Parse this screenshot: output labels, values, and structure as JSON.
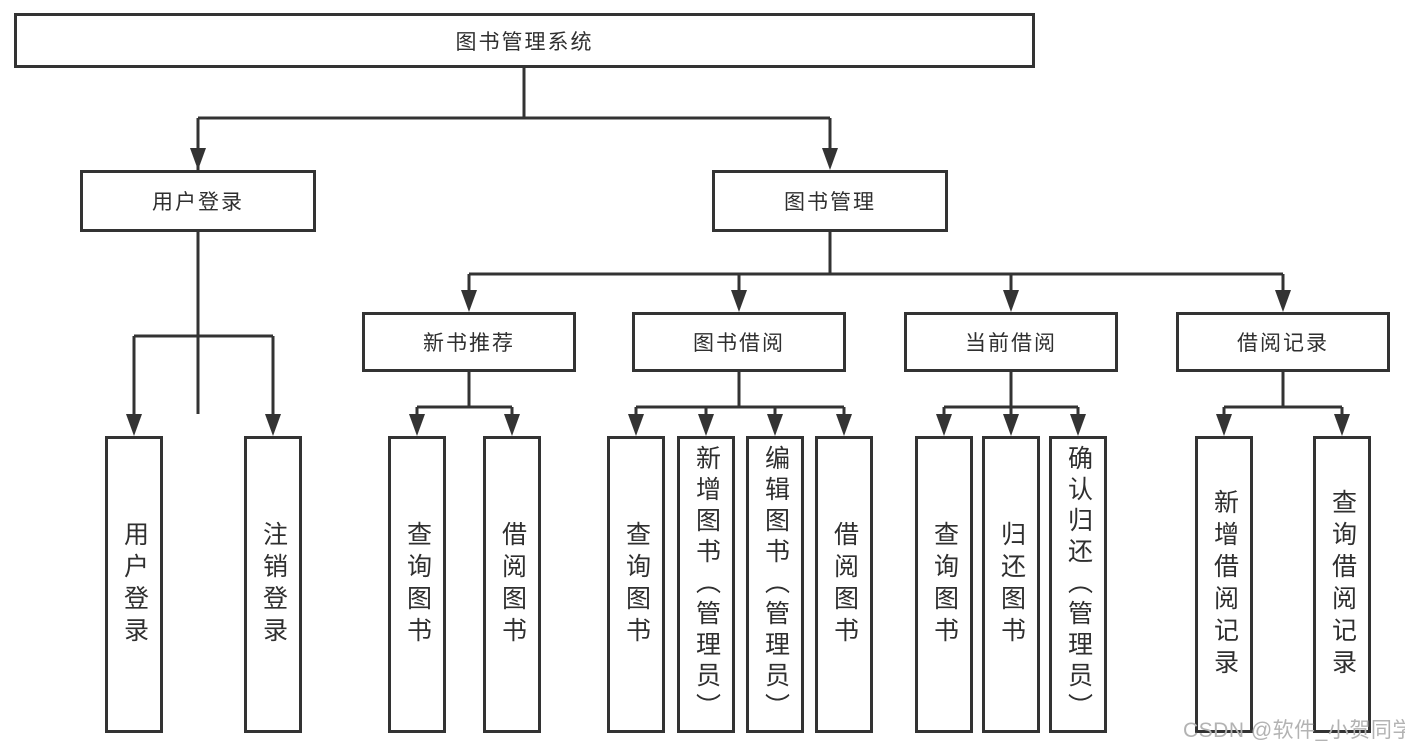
{
  "colors": {
    "line": "#333333",
    "text": "#2f2f2f",
    "background": "#ffffff",
    "watermark": "#b3b3b3"
  },
  "diagram": {
    "title": "图书管理系统",
    "root": {
      "label": "图书管理系统"
    },
    "level2": [
      {
        "id": "user-login",
        "label": "用户登录"
      },
      {
        "id": "book-management",
        "label": "图书管理"
      }
    ],
    "level3": [
      {
        "id": "new-book-recommendation",
        "parent": "图书管理",
        "label": "新书推荐"
      },
      {
        "id": "book-borrowing",
        "parent": "图书管理",
        "label": "图书借阅"
      },
      {
        "id": "current-borrowing",
        "parent": "图书管理",
        "label": "当前借阅"
      },
      {
        "id": "borrowing-records",
        "parent": "图书管理",
        "label": "借阅记录"
      }
    ],
    "leaves": [
      {
        "parent": "用户登录",
        "label": "用户登录"
      },
      {
        "parent": "用户登录",
        "label": "注销登录"
      },
      {
        "parent": "新书推荐",
        "label": "查询图书"
      },
      {
        "parent": "新书推荐",
        "label": "借阅图书"
      },
      {
        "parent": "图书借阅",
        "label": "查询图书"
      },
      {
        "parent": "图书借阅",
        "label": "新增图书（管理员）"
      },
      {
        "parent": "图书借阅",
        "label": "编辑图书（管理员）"
      },
      {
        "parent": "图书借阅",
        "label": "借阅图书"
      },
      {
        "parent": "当前借阅",
        "label": "查询图书"
      },
      {
        "parent": "当前借阅",
        "label": "归还图书"
      },
      {
        "parent": "当前借阅",
        "label": "确认归还（管理员）"
      },
      {
        "parent": "借阅记录",
        "label": "新增借阅记录"
      },
      {
        "parent": "借阅记录",
        "label": "查询借阅记录"
      }
    ]
  },
  "watermark": {
    "text": "CSDN @软件_小贺同学"
  }
}
